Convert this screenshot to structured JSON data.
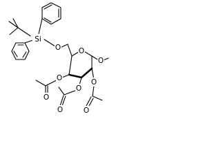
{
  "molecule": {
    "atom_labels": {
      "si": "Si",
      "o_silyl": "O",
      "o_ring": "O",
      "o_methoxy": "O",
      "o_c4": "O",
      "o_c3": "O",
      "o_c2": "O",
      "o_c4_carbonyl": "O",
      "o_c3_carbonyl": "O",
      "o_c2_carbonyl": "O"
    }
  }
}
